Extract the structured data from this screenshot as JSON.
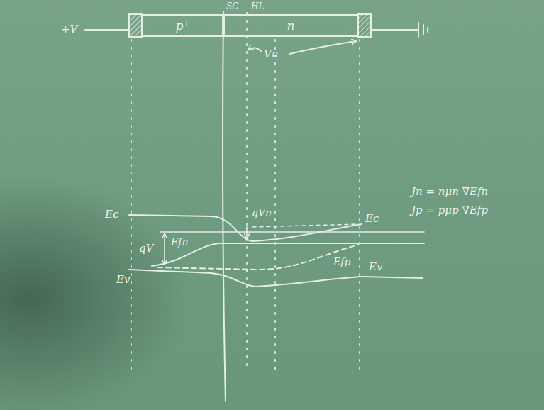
{
  "diagram": {
    "nodes": [
      {
        "text": [
          "p⁺"
        ]
      },
      {
        "text": [
          "n"
        ]
      }
    ],
    "labels": [
      "+V",
      "SC",
      "HL",
      "Vn",
      "Ec",
      "qVn",
      "qV",
      "Efn",
      "Efp",
      "Ev",
      "Ec",
      "Ev",
      "Jn = nμn ∇Efn",
      "Jp = pμp ∇Efp"
    ]
  }
}
